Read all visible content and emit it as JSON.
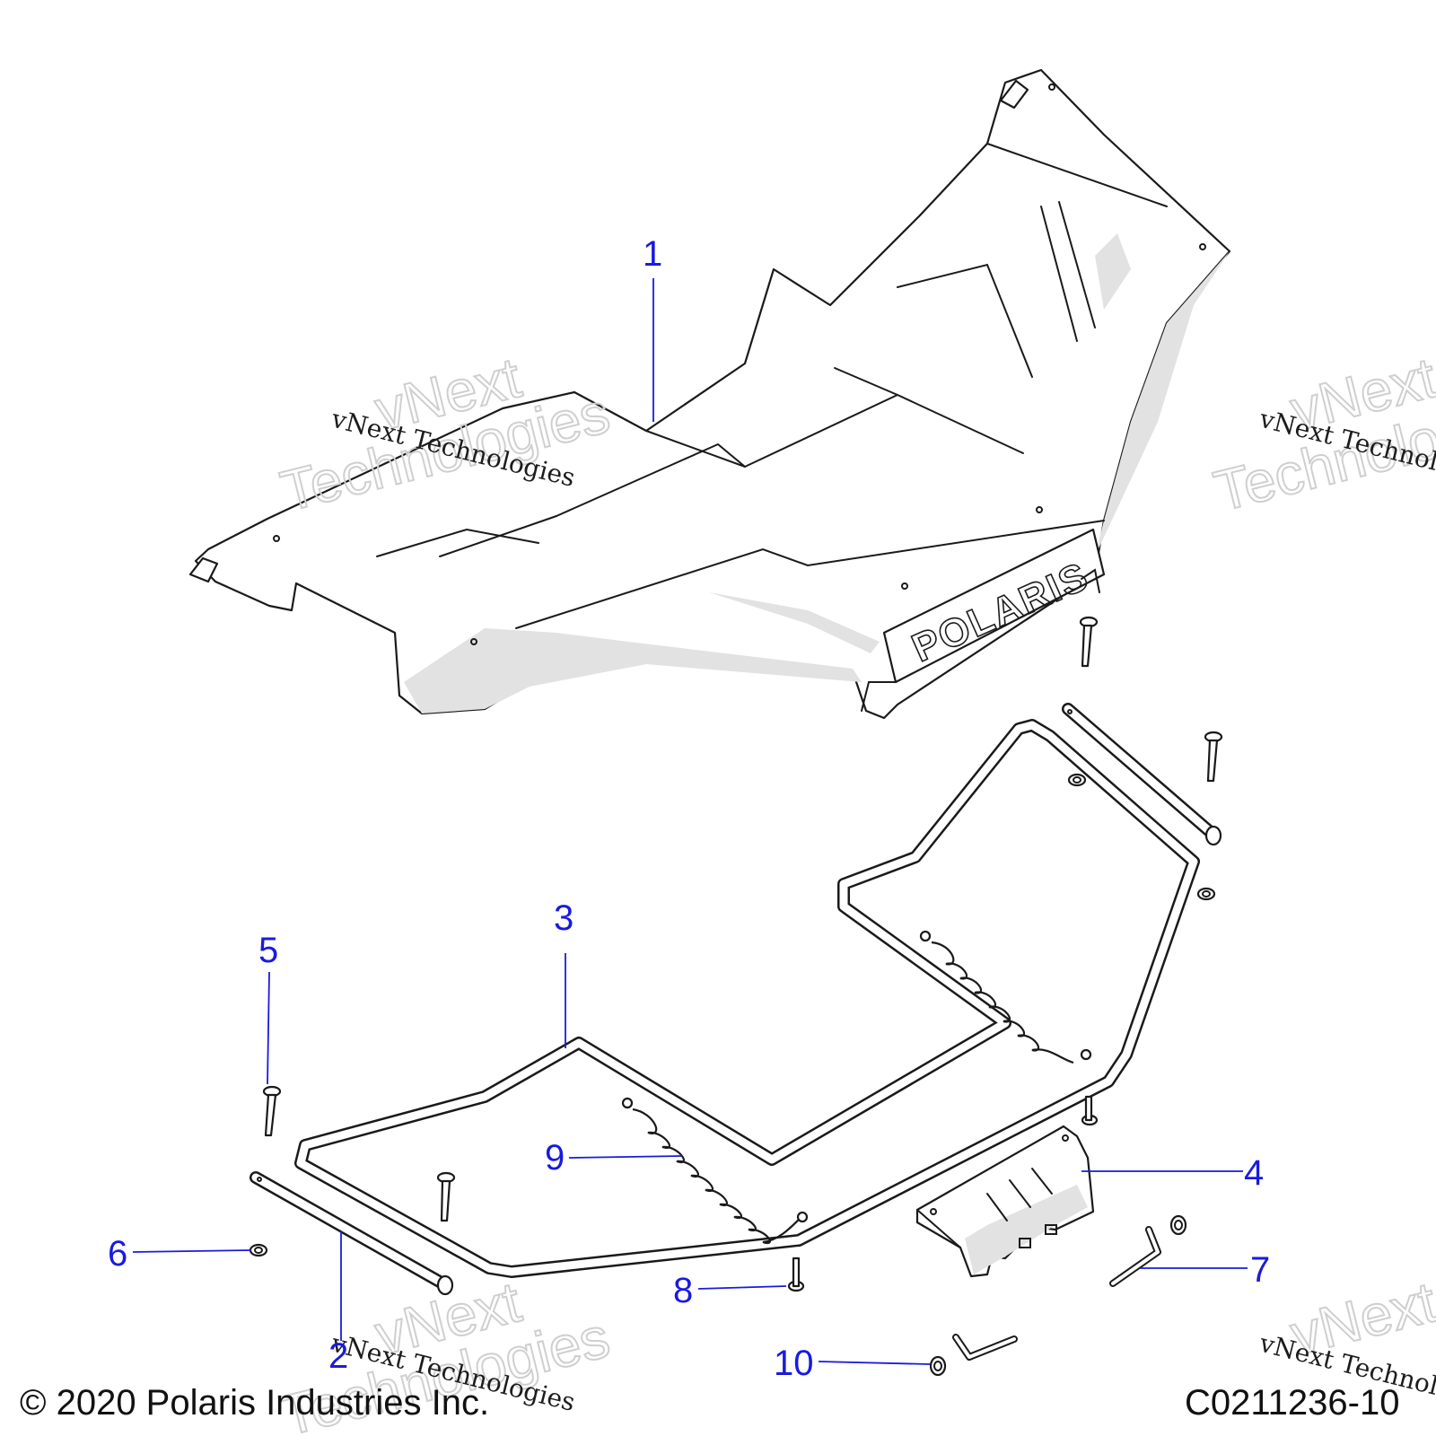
{
  "callouts": [
    {
      "id": "1",
      "label": "1"
    },
    {
      "id": "2",
      "label": "2"
    },
    {
      "id": "3",
      "label": "3"
    },
    {
      "id": "4",
      "label": "4"
    },
    {
      "id": "5",
      "label": "5"
    },
    {
      "id": "6",
      "label": "6"
    },
    {
      "id": "7",
      "label": "7"
    },
    {
      "id": "8",
      "label": "8"
    },
    {
      "id": "9",
      "label": "9"
    },
    {
      "id": "10",
      "label": "10"
    }
  ],
  "logo_text": "POLARIS",
  "watermark": {
    "small": "vNext Technologies",
    "big_line1": "vNext",
    "big_line2": "Technologies"
  },
  "footer": {
    "copyright": "© 2020 Polaris Industries Inc.",
    "diagram_code": "C0211236-10"
  },
  "colors": {
    "callout": "#1a1ae0",
    "line": "#1a1a1a",
    "shade": "#e2e2e2"
  }
}
